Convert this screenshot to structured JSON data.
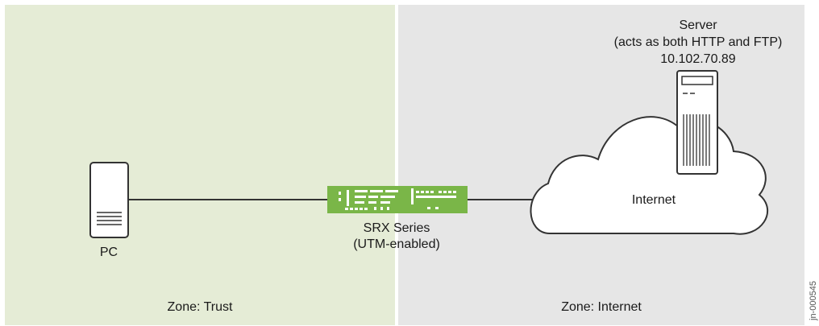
{
  "zones": {
    "trust": {
      "label": "Zone: Trust",
      "color": "#e5ecd6"
    },
    "internet": {
      "label": "Zone: Internet",
      "color": "#e6e6e6"
    }
  },
  "pc": {
    "label": "PC"
  },
  "srx": {
    "line1": "SRX Series",
    "line2": "(UTM-enabled)",
    "color": "#7ab648"
  },
  "internet_cloud": {
    "label": "Internet"
  },
  "server": {
    "line1": "Server",
    "line2": "(acts as both HTTP and FTP)",
    "line3": "10.102.70.89"
  },
  "figure_id": "jn-000545",
  "colors": {
    "line": "#333333",
    "outline": "#333333"
  }
}
